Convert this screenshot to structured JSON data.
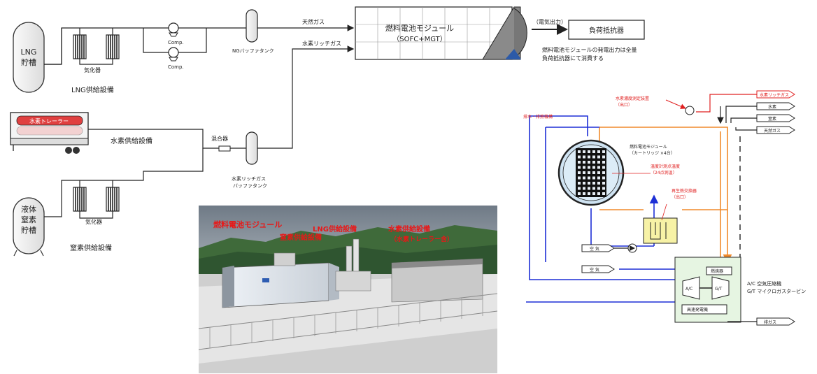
{
  "left": {
    "lng_tank": [
      "LNG",
      "貯槽"
    ],
    "lng_supply": "LNG供給設備",
    "vaporizer": "気化器",
    "comp1": "Comp.",
    "comp2": "Comp.",
    "ng_buffer": "NGバッファタンク",
    "natural_gas": "天然ガス",
    "h2_rich_gas": "水素リッチガス",
    "fc_module": [
      "燃料電池モジュール",
      "（SOFC+MGT）"
    ],
    "elec_output": "（電気出力）",
    "load_resistor": "負荷抵抗器",
    "note": [
      "燃料電池モジュールの発電出力は全量",
      "負荷抵抗器にて消費する"
    ],
    "h2_trailer": "水素トレーラー",
    "h2_supply": "水素供給設備",
    "mixer": "混合器",
    "h2_buffer": [
      "水素リッチガス",
      "バッファタンク"
    ],
    "n2_tank": [
      "液体",
      "窒素",
      "貯槽"
    ],
    "vaporizer2": "気化器",
    "n2_supply": "窒素供給設備"
  },
  "photo": {
    "labels": [
      "燃料電池モジュール",
      "窒素供給設備",
      "LNG供給設備",
      "水素供給設備",
      "（水素トレーラー含）"
    ]
  },
  "right": {
    "inputs": [
      "水素リッチガス",
      "水素",
      "窒素",
      "天然ガス"
    ],
    "h2_meter": [
      "水素濃度測定装置",
      "（出口）"
    ],
    "exhaust_top": "排水・排熱機構",
    "fc_module": [
      "燃料電池モジュール",
      "（カートリッジ ×4台）"
    ],
    "temp_meter": [
      "温度計測点温度",
      "（24点測温）"
    ],
    "heat_exchanger": [
      "再生熱交換器",
      "（出口）"
    ],
    "air1": "空 気",
    "air2": "空 気",
    "combustor": "燃焼器",
    "ac": "A/C",
    "gt": "G/T",
    "gen": "高速発電機",
    "exhaust": "排ガス",
    "legend": [
      "A/C  空気圧縮機",
      "G/T  マイクロガスタービン"
    ]
  },
  "colors": {
    "blue_line": "#1d2fd6",
    "orange_line": "#f08a2c",
    "red_line": "#e02020",
    "trailer_red": "#e04040",
    "grass": "#3b8a3b"
  }
}
